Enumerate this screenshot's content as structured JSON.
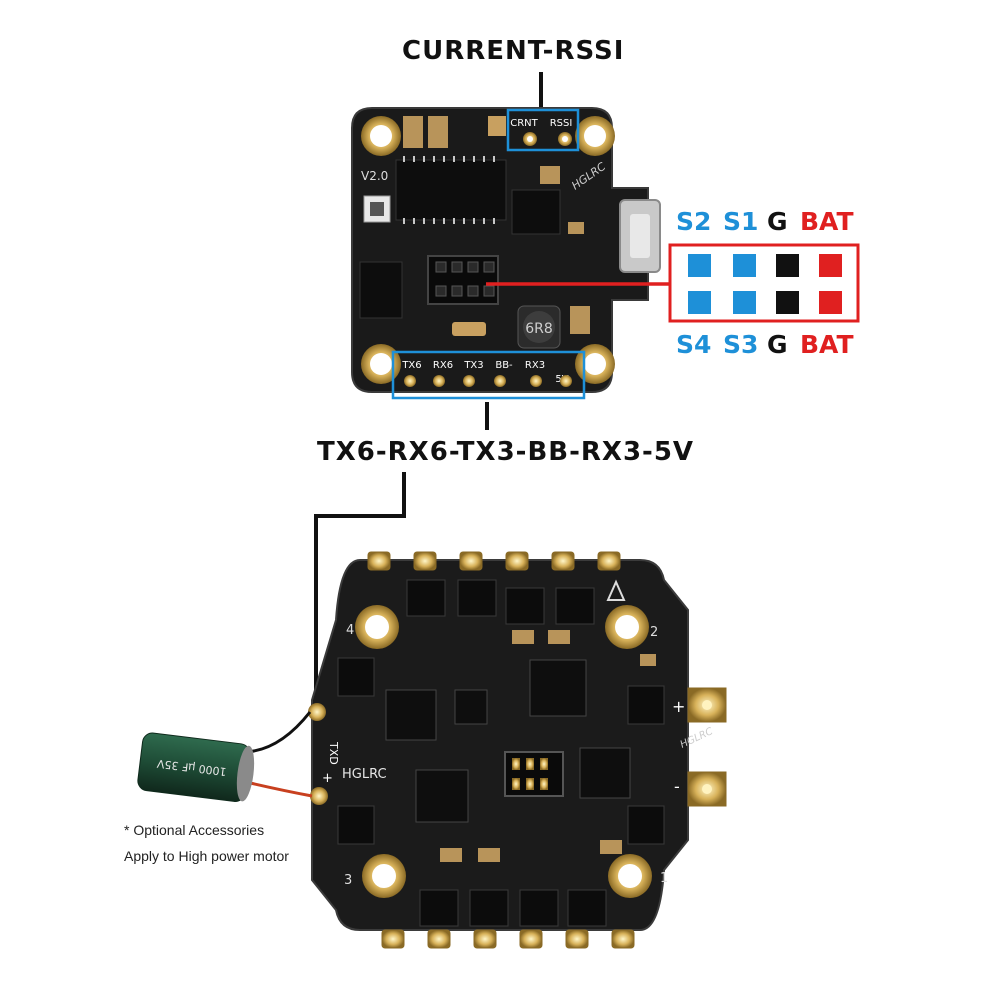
{
  "title_top": "CURRENT-RSSI",
  "title_mid": "TX6-RX6-TX3-BB-RX3-5V",
  "fc_board": {
    "pads_top": [
      "CRNT",
      "RSSI"
    ],
    "version": "V2.0",
    "brand": "HGLRC",
    "pads_bottom": [
      "TX6",
      "RX6",
      "TX3",
      "BB-",
      "RX3",
      "5V"
    ],
    "inductor": "6R8"
  },
  "connector": {
    "top_labels": [
      "S2",
      "S1",
      "G",
      "BAT"
    ],
    "bottom_labels": [
      "S4",
      "S3",
      "G",
      "BAT"
    ],
    "colors": {
      "signal": "#1e90d8",
      "ground": "#111111",
      "battery": "#e02020",
      "frame": "#e02020"
    }
  },
  "esc_board": {
    "brand": "HGLRC",
    "motor_numbers": [
      "4",
      "2",
      "3",
      "1"
    ],
    "side_pad_labels": [
      "TXD",
      "+"
    ],
    "power_labels": [
      "+",
      "-"
    ]
  },
  "capacitor": {
    "text": "1000 µF 35V"
  },
  "note": {
    "line1": "* Optional Accessories",
    "line2": "Apply to High power motor"
  }
}
